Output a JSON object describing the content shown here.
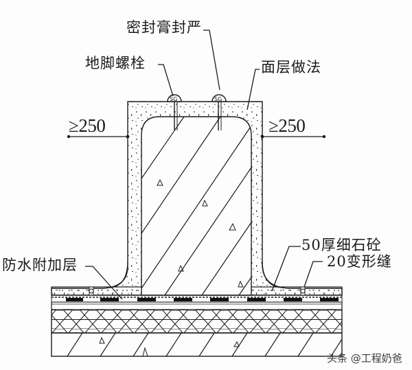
{
  "diagram": {
    "labels": {
      "sealant": "密封膏封严",
      "anchor_bolt": "地脚螺栓",
      "finish_layer": "面层做法",
      "dim_left": "≥250",
      "dim_right": "≥250",
      "waterproof_additional": "防水附加层",
      "fine_concrete": "50厚细石砼",
      "expansion_joint": "20变形缝"
    },
    "layers": [
      {
        "name": "fine aggregate concrete topping",
        "pattern": "speckle"
      },
      {
        "name": "waterproof membrane",
        "pattern": "dashed-black-blocks"
      },
      {
        "name": "screed",
        "pattern": "plain"
      },
      {
        "name": "insulation",
        "pattern": "hexagon"
      },
      {
        "name": "structural concrete slab",
        "pattern": "diagonal-hatch"
      }
    ],
    "colors": {
      "line": "#1a1a1a",
      "background": "#fdfdfd"
    }
  },
  "watermark": {
    "text": "头条 @工程奶爸"
  }
}
